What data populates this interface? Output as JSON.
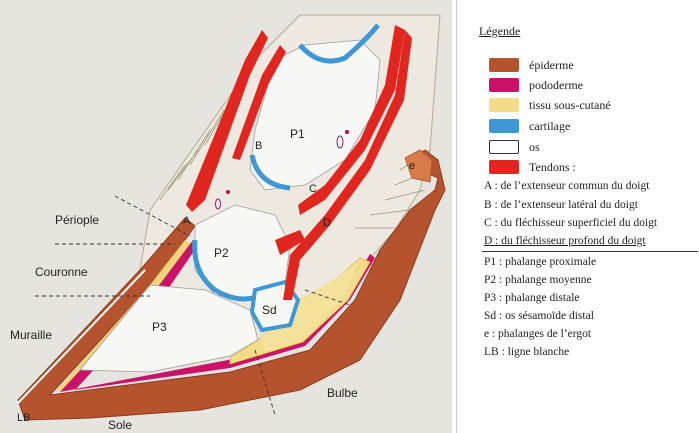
{
  "drawing_labels": {
    "perioplate": "Périople",
    "couronne": "Couronne",
    "muraille": "Muraille",
    "lb": "LB",
    "sole": "Sole",
    "bulbe": "Bulbe",
    "p1": "P1",
    "p2": "P2",
    "p3": "P3",
    "sd": "Sd",
    "a": "A",
    "b": "B",
    "c": "C",
    "d": "D",
    "e": "e"
  },
  "legend": {
    "title": "Légende",
    "swatches": [
      {
        "label": "épiderme",
        "color": "#b5532e"
      },
      {
        "label": "pododerme",
        "color": "#cc1168"
      },
      {
        "label": "tissu sous-cutané",
        "color": "#f2dc8a"
      },
      {
        "label": "cartilage",
        "color": "#3f97d6"
      },
      {
        "label": "os",
        "color": "#ffffff"
      },
      {
        "label": "Tendons :",
        "color": "#e0261f"
      }
    ],
    "tendons": [
      "A : de l’extenseur commun du doigt",
      "B : de l’extenseur latéral du doigt",
      "C : du fléchisseur superficiel du doigt",
      "D : du fléchisseur profond du doigt"
    ],
    "bones": [
      "P1 : phalange proximale",
      "P2 : phalange moyenne",
      "P3 : phalange distale",
      "Sd : os sésamoïde distal",
      "e : phalanges de l’ergot",
      "LB : ligne blanche"
    ]
  }
}
